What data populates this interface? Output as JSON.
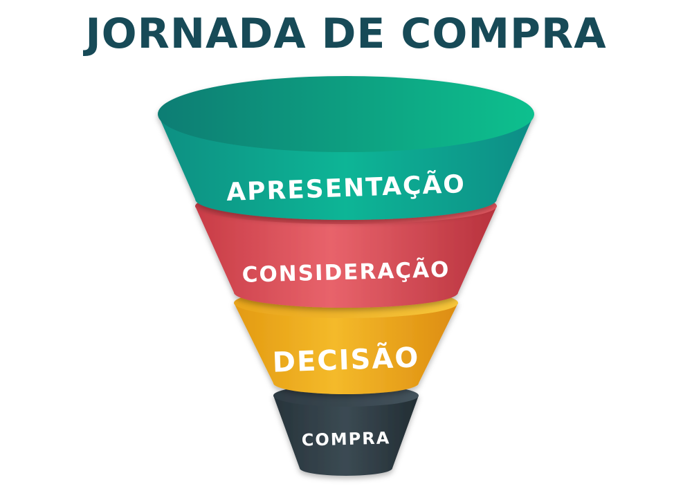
{
  "title": "JORNADA DE COMPRA",
  "stages": [
    {
      "label": "APRESENTAÇÃO",
      "color": "#0aa488"
    },
    {
      "label": "CONSIDERAÇÃO",
      "color": "#d9464f"
    },
    {
      "label": "DECISÃO",
      "color": "#e6a21a"
    },
    {
      "label": "COMPRA",
      "color": "#34424a"
    }
  ]
}
